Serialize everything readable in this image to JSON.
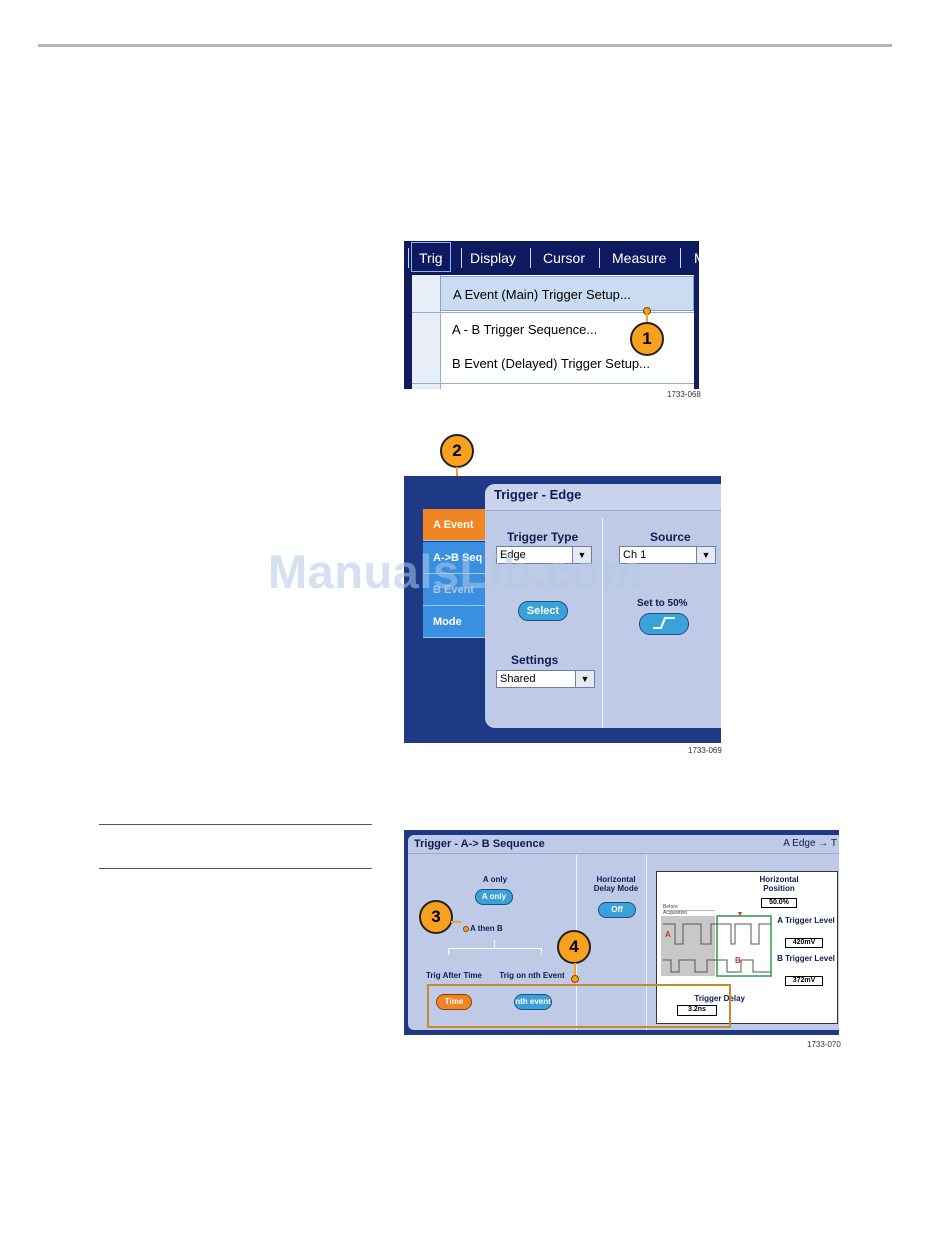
{
  "figure1": {
    "menubar": [
      "Trig",
      "Display",
      "Cursor",
      "Measure",
      "M"
    ],
    "dropdown_items": [
      "A Event (Main) Trigger Setup...",
      "A - B Trigger Sequence...",
      "B Event (Delayed) Trigger Setup..."
    ],
    "callout": "1",
    "figure_id": "1733-068"
  },
  "figure2": {
    "tabs": [
      "A Event",
      "A->B Seq",
      "B Event",
      "Mode"
    ],
    "title": "Trigger - Edge",
    "trigger_type_label": "Trigger Type",
    "trigger_type_value": "Edge",
    "source_label": "Source",
    "source_value": "Ch 1",
    "select_button": "Select",
    "set50_label": "Set to 50%",
    "settings_label": "Settings",
    "settings_value": "Shared",
    "callout": "2",
    "figure_id": "1733-069"
  },
  "watermark": "ManualsLib.com",
  "figure3": {
    "title": "Trigger - A-> B Sequence",
    "right_title": "A Edge → T",
    "a_only_label": "A only",
    "a_only_button": "A only",
    "a_then_b_label": "A then B",
    "trig_after_time_label": "Trig After Time",
    "trig_nth_label": "Trig on nth Event",
    "time_button": "Time",
    "nth_button": "nth event",
    "horizontal_delay_label": "Horizontal Delay Mode",
    "off_button": "Off",
    "horizontal_position_label": "Horizontal Position",
    "horizontal_position_value": "50.0%",
    "before_acquisition_label": "Before Acquisition",
    "a_trigger_level_label": "A Trigger Level",
    "a_trigger_level_value": "420mV",
    "b_trigger_level_label": "B Trigger Level",
    "b_trigger_level_value": "372mV",
    "trigger_delay_label": "Trigger Delay",
    "trigger_delay_value": "3.2ns",
    "marker_a": "A",
    "marker_b": "B",
    "callout3": "3",
    "callout4": "4",
    "figure_id": "1733-070"
  }
}
